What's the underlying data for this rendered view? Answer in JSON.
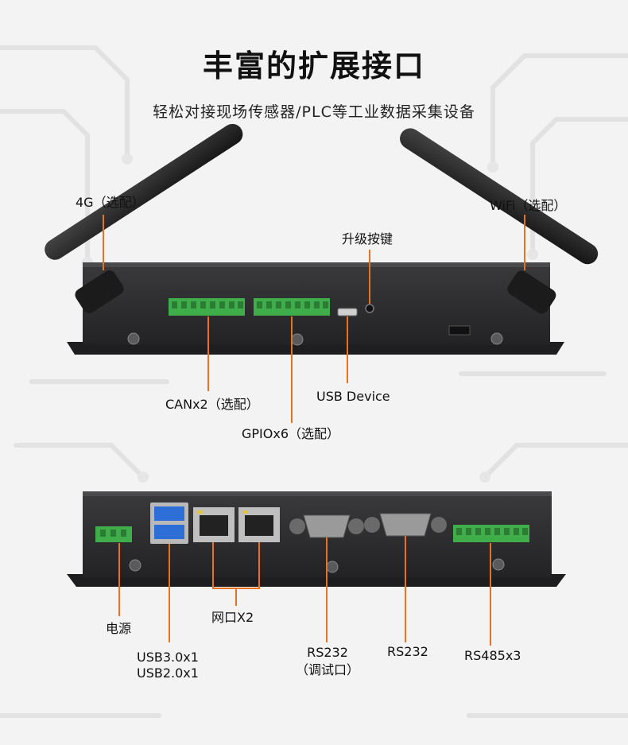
{
  "header": {
    "title": "丰富的扩展接口",
    "subtitle": "轻松对接现场传感器/PLC等工业数据采集设备"
  },
  "colors": {
    "accent_line": "#e8731f",
    "device_body": "#2b2b2d",
    "terminal_green": "#3fae4a",
    "usb_blue": "#2d6fd6"
  },
  "front_panel": {
    "labels": {
      "antenna_4g": "4G（选配）",
      "antenna_wifi": "WiFi（选配）",
      "upgrade_button": "升级按键",
      "can": "CANx2（选配）",
      "gpio": "GPIOx6（选配）",
      "usb_device": "USB Device"
    }
  },
  "rear_panel": {
    "labels": {
      "power": "电源",
      "usb_line1": "USB3.0x1",
      "usb_line2": "USB2.0x1",
      "ethernet": "网口X2",
      "rs232_debug_line1": "RS232",
      "rs232_debug_line2": "（调试口）",
      "rs232": "RS232",
      "rs485": "RS485x3"
    }
  }
}
